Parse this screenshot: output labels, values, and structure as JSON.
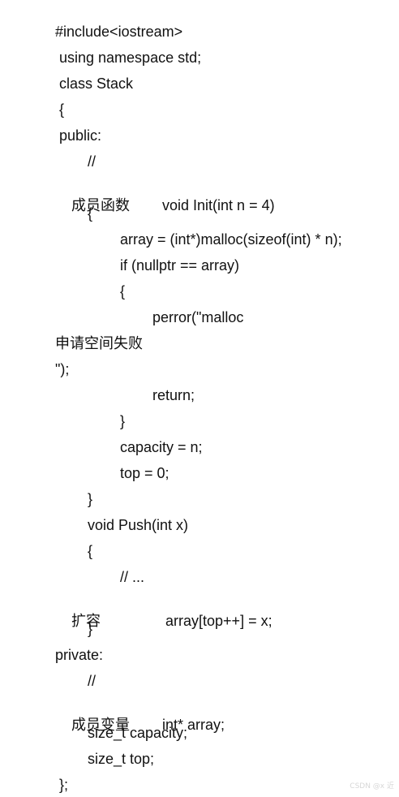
{
  "code": {
    "include": "#include<iostream>",
    "using": " using namespace std;",
    "class_decl": " class Stack",
    "open_brace": " {",
    "public": " public:",
    "comment_1": "//",
    "member_funcs_label": "成员函数",
    "init_sig": "void Init(int n = 4)",
    "init_open": "{",
    "malloc_line": "array = (int*)malloc(sizeof(int) * n);",
    "if_line": "if (nullptr == array)",
    "if_open": "{",
    "perror_line": "perror(\"malloc",
    "perror_cont": "申请空间失败",
    "perror_end": "\");",
    "return_line": "return;",
    "if_close": "}",
    "capacity_assign": "capacity = n;",
    "top_assign": "top = 0;",
    "init_close": "}",
    "push_sig": "void Push(int x)",
    "push_open": "{",
    "push_comment": "// ...",
    "expand_label": "扩容",
    "push_stmt": "array[top++] = x;",
    "push_close": "}",
    "private": "private:",
    "comment_2": "//",
    "member_vars_label": "成员变量",
    "array_decl": "int* array;",
    "capacity_decl": "size_t capacity;",
    "top_decl": "size_t top;",
    "class_close": " };"
  },
  "watermark": "CSDN @x 近"
}
